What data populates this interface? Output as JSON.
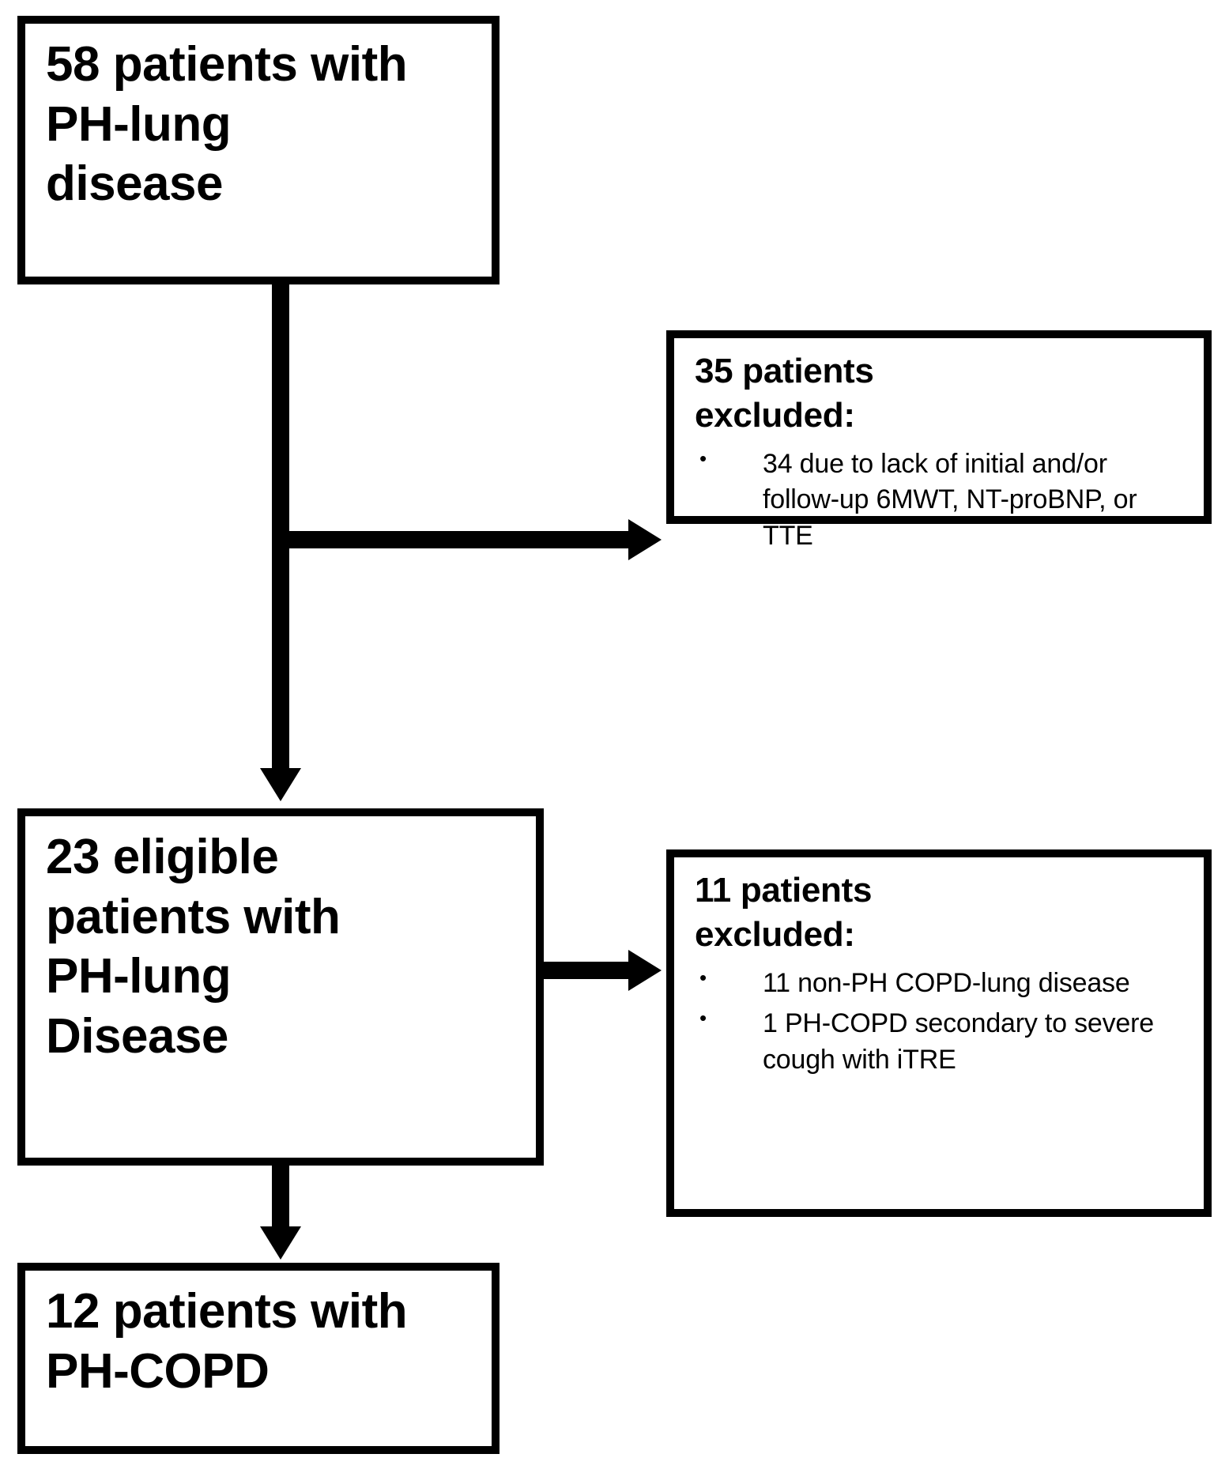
{
  "figure": {
    "type": "flowchart",
    "orientation": "top-to-bottom",
    "background_color": "#ffffff",
    "line_color": "#000000"
  },
  "nodes": {
    "cohort_initial": {
      "line1": "58 patients with",
      "line2": "PH-lung",
      "line3": "disease"
    },
    "excluded_first": {
      "heading_line1": "35 patients",
      "heading_line2": "excluded:",
      "bullets": [
        "34 due to lack of initial and/or follow-up 6MWT, NT-proBNP, or TTE"
      ]
    },
    "cohort_eligible": {
      "line1": "23 eligible",
      "line2": "patients with",
      "line3": "PH-lung",
      "line4": "Disease"
    },
    "excluded_second": {
      "heading_line1": "11 patients",
      "heading_line2": "excluded:",
      "bullets": [
        "11 non-PH COPD-lung disease",
        "1 PH-COPD secondary to severe cough with iTRE"
      ]
    },
    "cohort_final": {
      "line1": "12 patients with",
      "line2": "PH-COPD"
    }
  },
  "edges": [
    {
      "id": "initial-to-eligible",
      "from": "cohort_initial",
      "to": "cohort_eligible",
      "direction": "down"
    },
    {
      "id": "initial-to-excluded-first",
      "from": "cohort_initial",
      "to": "excluded_first",
      "direction": "right"
    },
    {
      "id": "eligible-to-excluded-second",
      "from": "cohort_eligible",
      "to": "excluded_second",
      "direction": "right"
    },
    {
      "id": "eligible-to-final",
      "from": "cohort_eligible",
      "to": "cohort_final",
      "direction": "down"
    }
  ]
}
